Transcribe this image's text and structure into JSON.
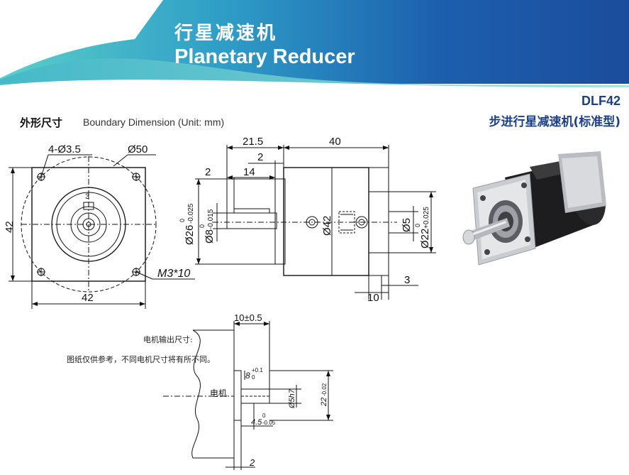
{
  "header": {
    "title_cn": "行星减速机",
    "title_en": "Planetary Reducer"
  },
  "product": {
    "model": "DLF42",
    "name_cn": "步进行星减速机(标准型)"
  },
  "section": {
    "title_cn": "外形尺寸",
    "title_en": "Boundary Dimension (Unit: mm)"
  },
  "front_view": {
    "hole_label": "4-Ø3.5",
    "circle_label": "Ø50",
    "height_label": "42",
    "width_label": "42",
    "tap_label": "M3*10",
    "key_label": "3"
  },
  "side_view": {
    "overall_left": "21.5",
    "overall_right": "40",
    "dim_2_top": "2",
    "dim_2_left": "2",
    "dim_14": "14",
    "dia_26": "Ø26",
    "dia_26_tol_upper": "0",
    "dia_26_tol_lower": "-0.025",
    "dia_8": "Ø8",
    "dia_8_tol_upper": "0",
    "dia_8_tol_lower": "-0.015",
    "dia_42": "Ø42",
    "dia_5": "Ø5",
    "dia_22": "Ø22",
    "dia_22_tol_upper": "+0.025",
    "dia_22_tol_lower": "0",
    "dim_10": "10",
    "dim_3": "3"
  },
  "motor_view": {
    "note_line1": "电机输出尺寸:",
    "note_line2": "图纸仅供参考，不同电机尺寸将有所不同。",
    "motor_label": "电机",
    "dim_top": "10±0.5",
    "dim_8": "8",
    "dim_8_tol_upper": "+0.1",
    "dim_8_tol_lower": "0",
    "dim_shaft": "Ø5h7",
    "dim_22": "22",
    "dim_22_tol": "-0.02",
    "dim_45": "4.5",
    "dim_45_tol_upper": "0",
    "dim_45_tol_lower": "-0.05",
    "dim_2": "2"
  },
  "colors": {
    "banner_dark": "#1b4d9c",
    "banner_light": "#4cc2c6",
    "accent_text": "#1c3f85"
  }
}
